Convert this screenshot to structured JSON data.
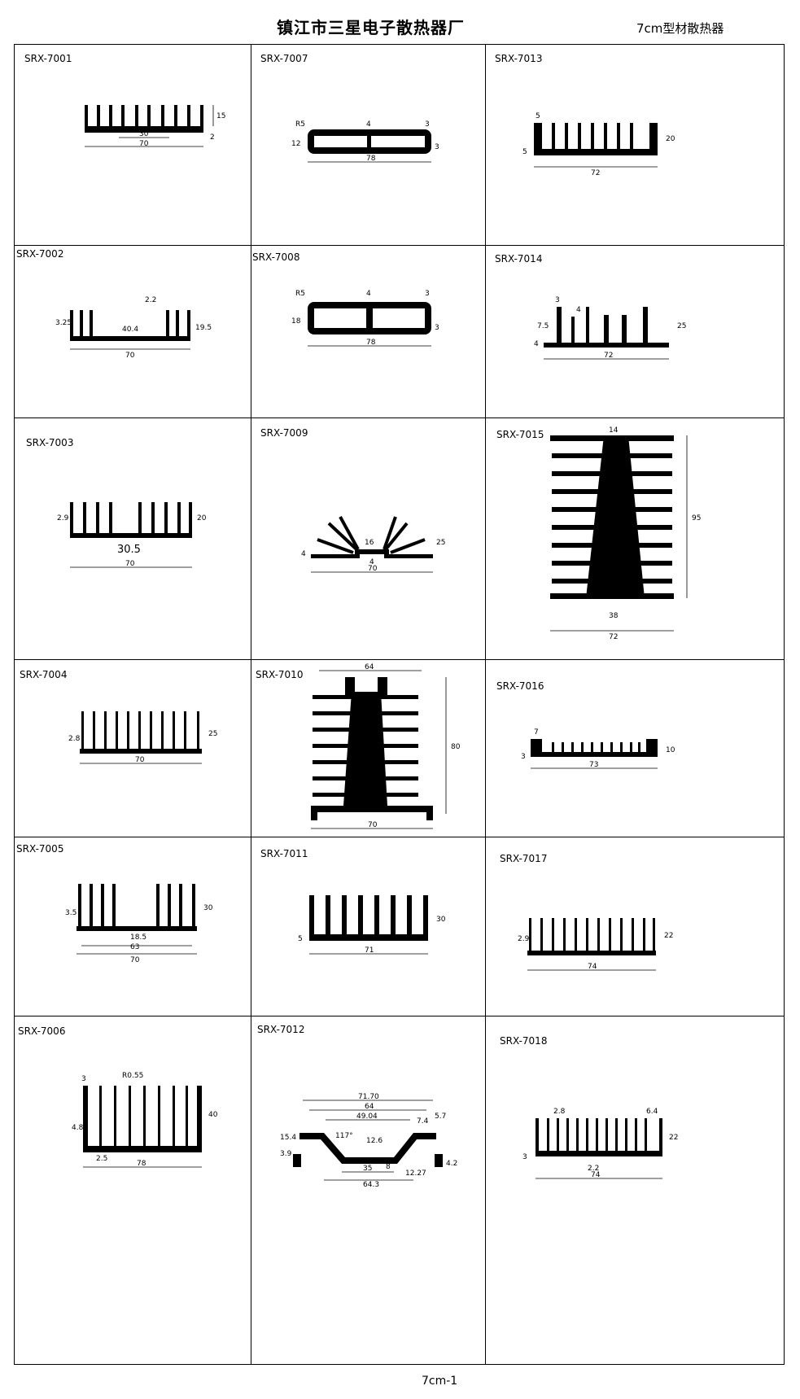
{
  "header": {
    "title": "镇江市三星电子散热器厂",
    "subtitle": "7cm型材散热器"
  },
  "footer": {
    "page_label": "7cm-1"
  },
  "products": [
    {
      "code": "SRX-7001",
      "dims": [
        "15",
        "30",
        "70",
        "2"
      ]
    },
    {
      "code": "SRX-7007",
      "dims": [
        "R5",
        "4",
        "3",
        "12",
        "78",
        "3"
      ]
    },
    {
      "code": "SRX-7013",
      "dims": [
        "5",
        "20",
        "5",
        "72"
      ]
    },
    {
      "code": "SRX-7002",
      "dims": [
        "2.2",
        "3.25",
        "40.4",
        "19.5",
        "70"
      ]
    },
    {
      "code": "SRX-7008",
      "dims": [
        "R5",
        "4",
        "3",
        "18",
        "78",
        "3"
      ]
    },
    {
      "code": "SRX-7014",
      "dims": [
        "3",
        "4",
        "7.5",
        "25",
        "4",
        "72"
      ]
    },
    {
      "code": "SRX-7003",
      "dims": [
        "2.9",
        "20",
        "30.5",
        "70"
      ]
    },
    {
      "code": "SRX-7009",
      "dims": [
        "16",
        "25",
        "4",
        "4",
        "70"
      ]
    },
    {
      "code": "SRX-7015",
      "dims": [
        "14",
        "95",
        "38",
        "72"
      ]
    },
    {
      "code": "SRX-7004",
      "dims": [
        "2.8",
        "25",
        "70"
      ]
    },
    {
      "code": "SRX-7010",
      "dims": [
        "64",
        "80",
        "70"
      ]
    },
    {
      "code": "SRX-7016",
      "dims": [
        "7",
        "10",
        "3",
        "73"
      ]
    },
    {
      "code": "SRX-7005",
      "dims": [
        "3.5",
        "30",
        "18.5",
        "63",
        "70"
      ]
    },
    {
      "code": "SRX-7011",
      "dims": [
        "30",
        "5",
        "71"
      ]
    },
    {
      "code": "SRX-7017",
      "dims": [
        "2.9",
        "22",
        "74"
      ]
    },
    {
      "code": "SRX-7006",
      "dims": [
        "3",
        "R0.55",
        "4.8",
        "40",
        "2.5",
        "78"
      ]
    },
    {
      "code": "SRX-7012",
      "dims": [
        "71.70",
        "64",
        "49.04",
        "7.4",
        "5.7",
        "15.4",
        "117°",
        "12.6",
        "3.9",
        "35",
        "64.3",
        "12.27",
        "4.2",
        "8"
      ]
    },
    {
      "code": "SRX-7018",
      "dims": [
        "2.8",
        "6.4",
        "22",
        "2.2",
        "74",
        "3"
      ]
    }
  ]
}
